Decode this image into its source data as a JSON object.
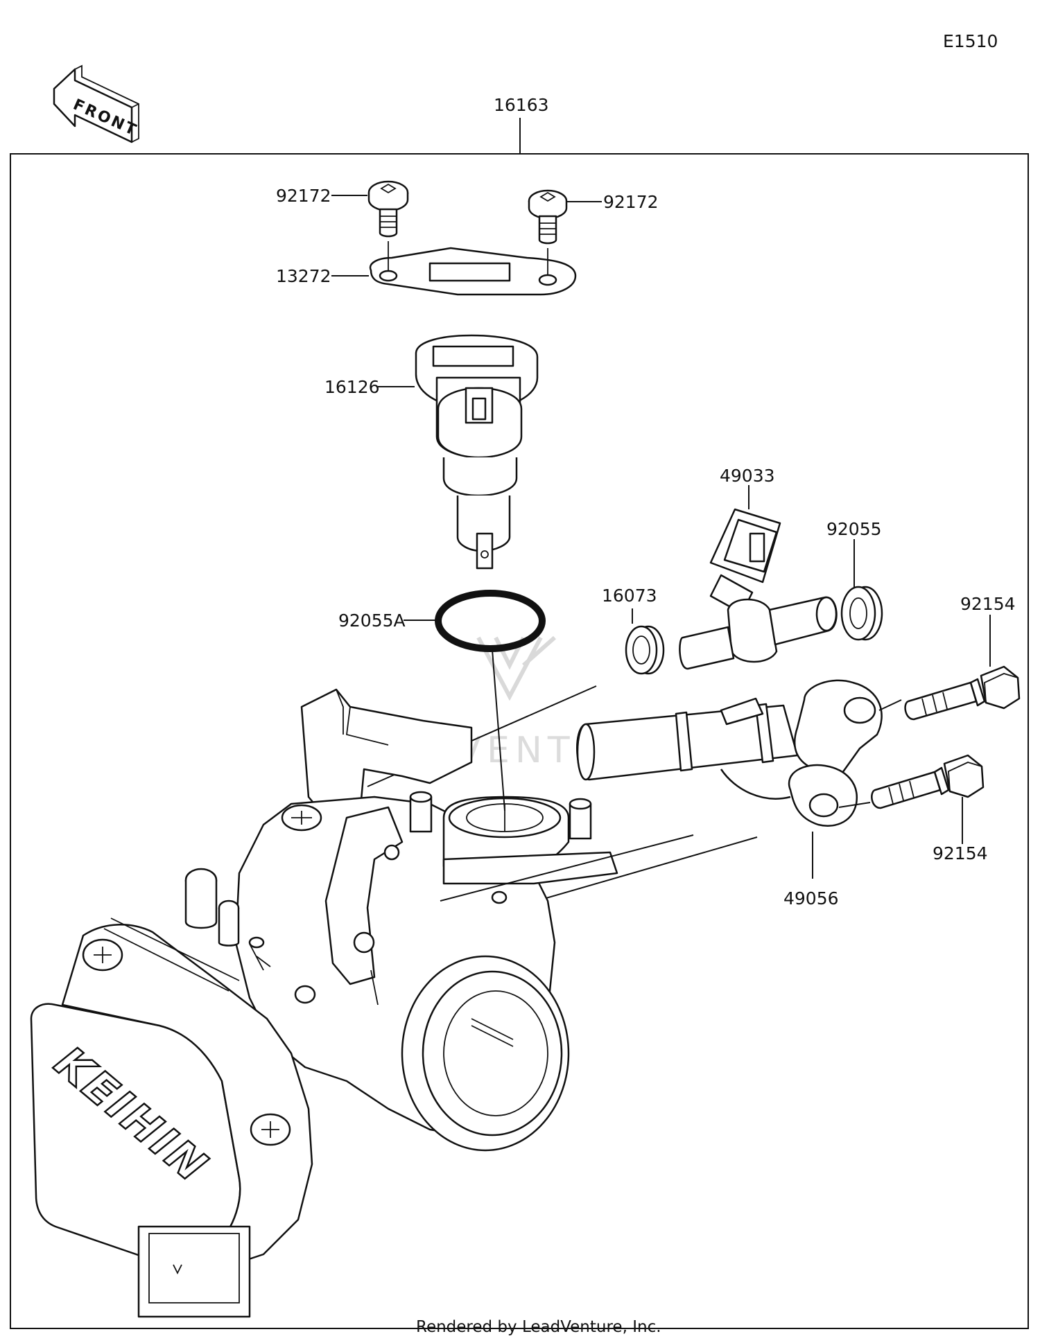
{
  "diagram_code": "E1510",
  "front_label": "FRONT",
  "assembly_part_number": "16163",
  "brand_text": "KEIHIN",
  "watermark_text": "LEADVENTURE",
  "footer_text": "Rendered by LeadVenture, Inc.",
  "parts": {
    "screw_left": "92172",
    "screw_right": "92172",
    "plate": "13272",
    "sensor": "16126",
    "o_ring": "92055A",
    "seal_left": "16073",
    "connector_sensor": "49033",
    "washer_right": "92055",
    "bolt_upper": "92154",
    "bolt_lower": "92154",
    "pipe_fitting": "49056"
  }
}
